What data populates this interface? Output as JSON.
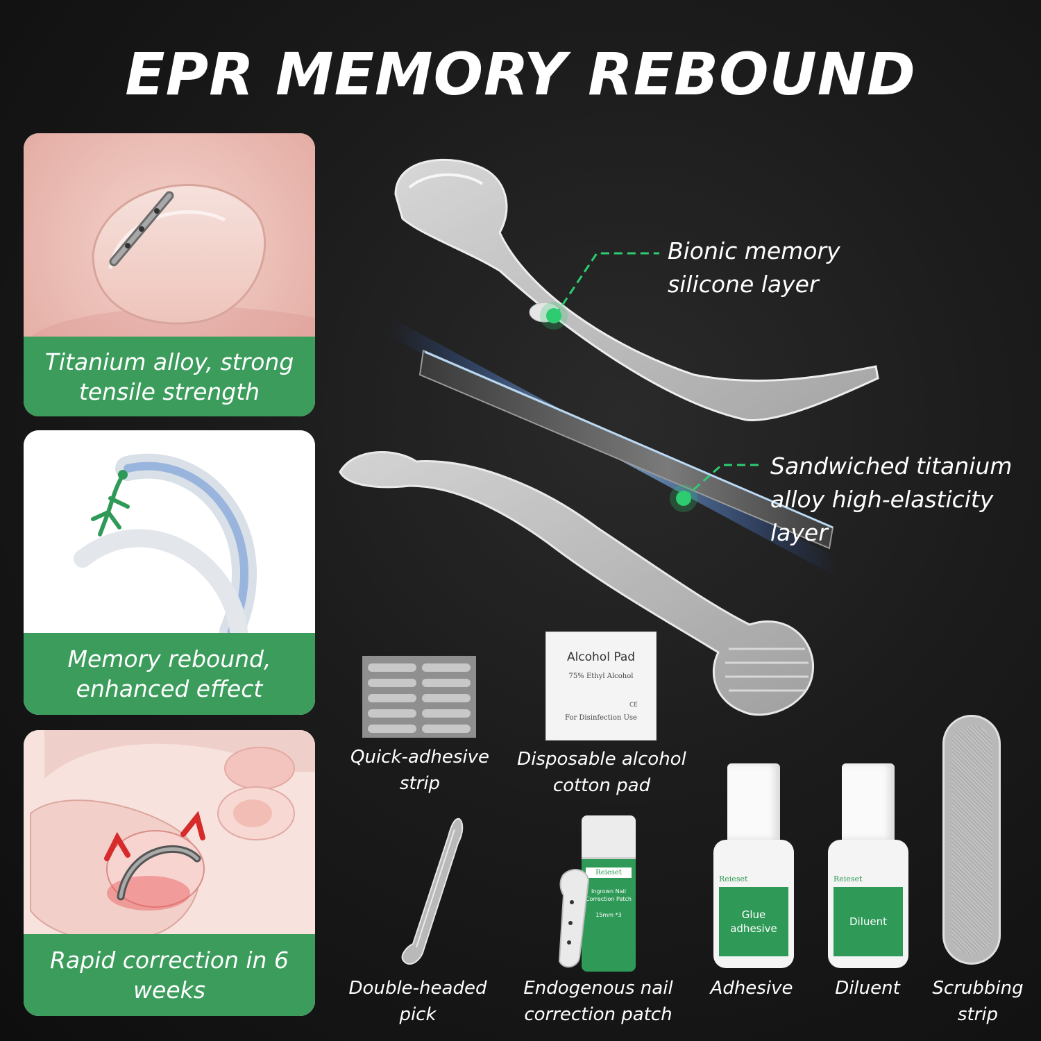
{
  "title": "EPR MEMORY REBOUND",
  "cards": [
    {
      "caption": "Titanium alloy, strong tensile strength"
    },
    {
      "caption": "Memory rebound, enhanced effect"
    },
    {
      "caption": "Rapid correction in 6 weeks"
    }
  ],
  "callouts": {
    "silicone": "Bionic memory silicone layer",
    "titanium": "Sandwiched titanium alloy high-elasticity layer"
  },
  "alcohol_pad": {
    "brand": "Alcohol Pad",
    "line1": "75% Ethyl Alcohol",
    "line2": "For Disinfection Use",
    "mark": "CE"
  },
  "patch_box": {
    "brand": "Reieset",
    "line1": "Ingrown Nail",
    "line2": "Correction Patch",
    "line3": "15mm *3"
  },
  "glue_bottle": {
    "brand": "Reieset",
    "label": "Glue adhesive"
  },
  "diluent_bottle": {
    "brand": "Reieset",
    "label": "Diluent"
  },
  "items": [
    {
      "label": "Quick-adhesive strip"
    },
    {
      "label": "Disposable alcohol cotton pad"
    },
    {
      "label": "Double-headed pick"
    },
    {
      "label": "Endogenous nail correction patch"
    },
    {
      "label": "Adhesive"
    },
    {
      "label": "Diluent"
    },
    {
      "label": "Scrubbing strip"
    }
  ],
  "colors": {
    "accent_green": "#3b9c5c",
    "callout_dot": "#2ecc71",
    "background": "#151515"
  }
}
